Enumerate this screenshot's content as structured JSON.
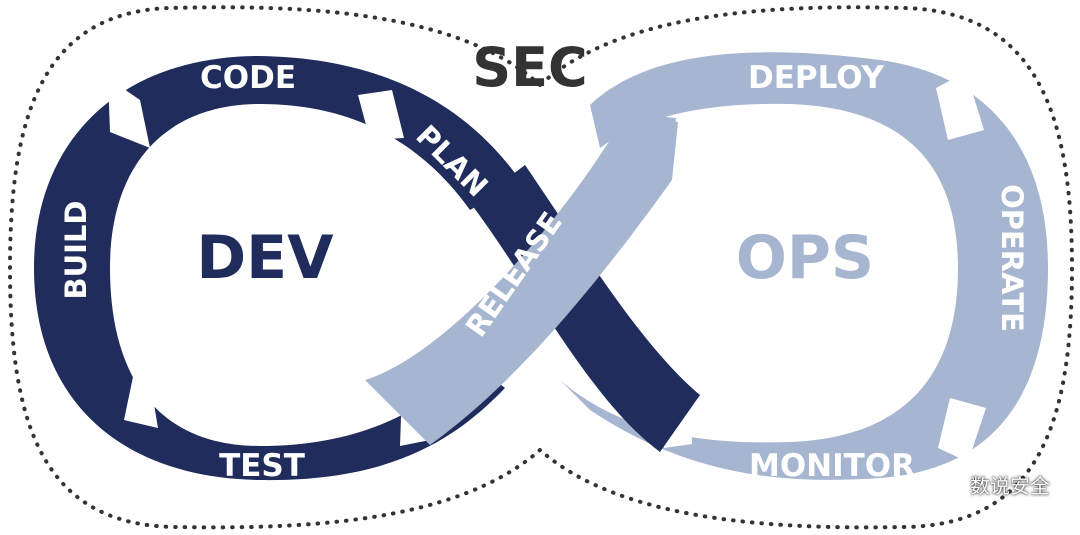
{
  "colors": {
    "dev": "#1f2c5c",
    "ops": "#a6b5d0",
    "sec_text": "#333333",
    "dots": "#333333"
  },
  "sec": "SEC",
  "dev": {
    "label": "DEV",
    "stages": {
      "code": "CODE",
      "plan": "PLAN",
      "build": "BUILD",
      "test": "TEST"
    }
  },
  "ops": {
    "label": "OPS",
    "stages": {
      "release": "RELEASE",
      "deploy": "DEPLOY",
      "operate": "OPERATE",
      "monitor": "MONITOR"
    }
  },
  "watermark": {
    "text": "数说安全",
    "icon": "wechat-icon"
  }
}
